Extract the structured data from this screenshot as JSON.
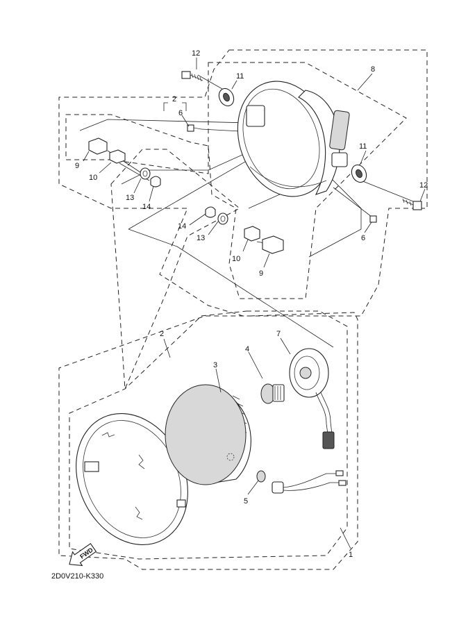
{
  "diagram_code": "2D0V210-K330",
  "fwd_label": "FWD",
  "callouts": {
    "c1": "1",
    "c2_top": "2",
    "c2_mid": "2",
    "c3": "3",
    "c4": "4",
    "c5": "5",
    "c6_top": "6",
    "c6_right": "6",
    "c7": "7",
    "c8": "8",
    "c9_left": "9",
    "c9_right": "9",
    "c10_left": "10",
    "c10_right": "10",
    "c11_left": "11",
    "c11_right": "11",
    "c12_left": "12",
    "c12_right": "12",
    "c13_left": "13",
    "c13_right": "13",
    "c14_left": "14",
    "c14_right": "14"
  }
}
